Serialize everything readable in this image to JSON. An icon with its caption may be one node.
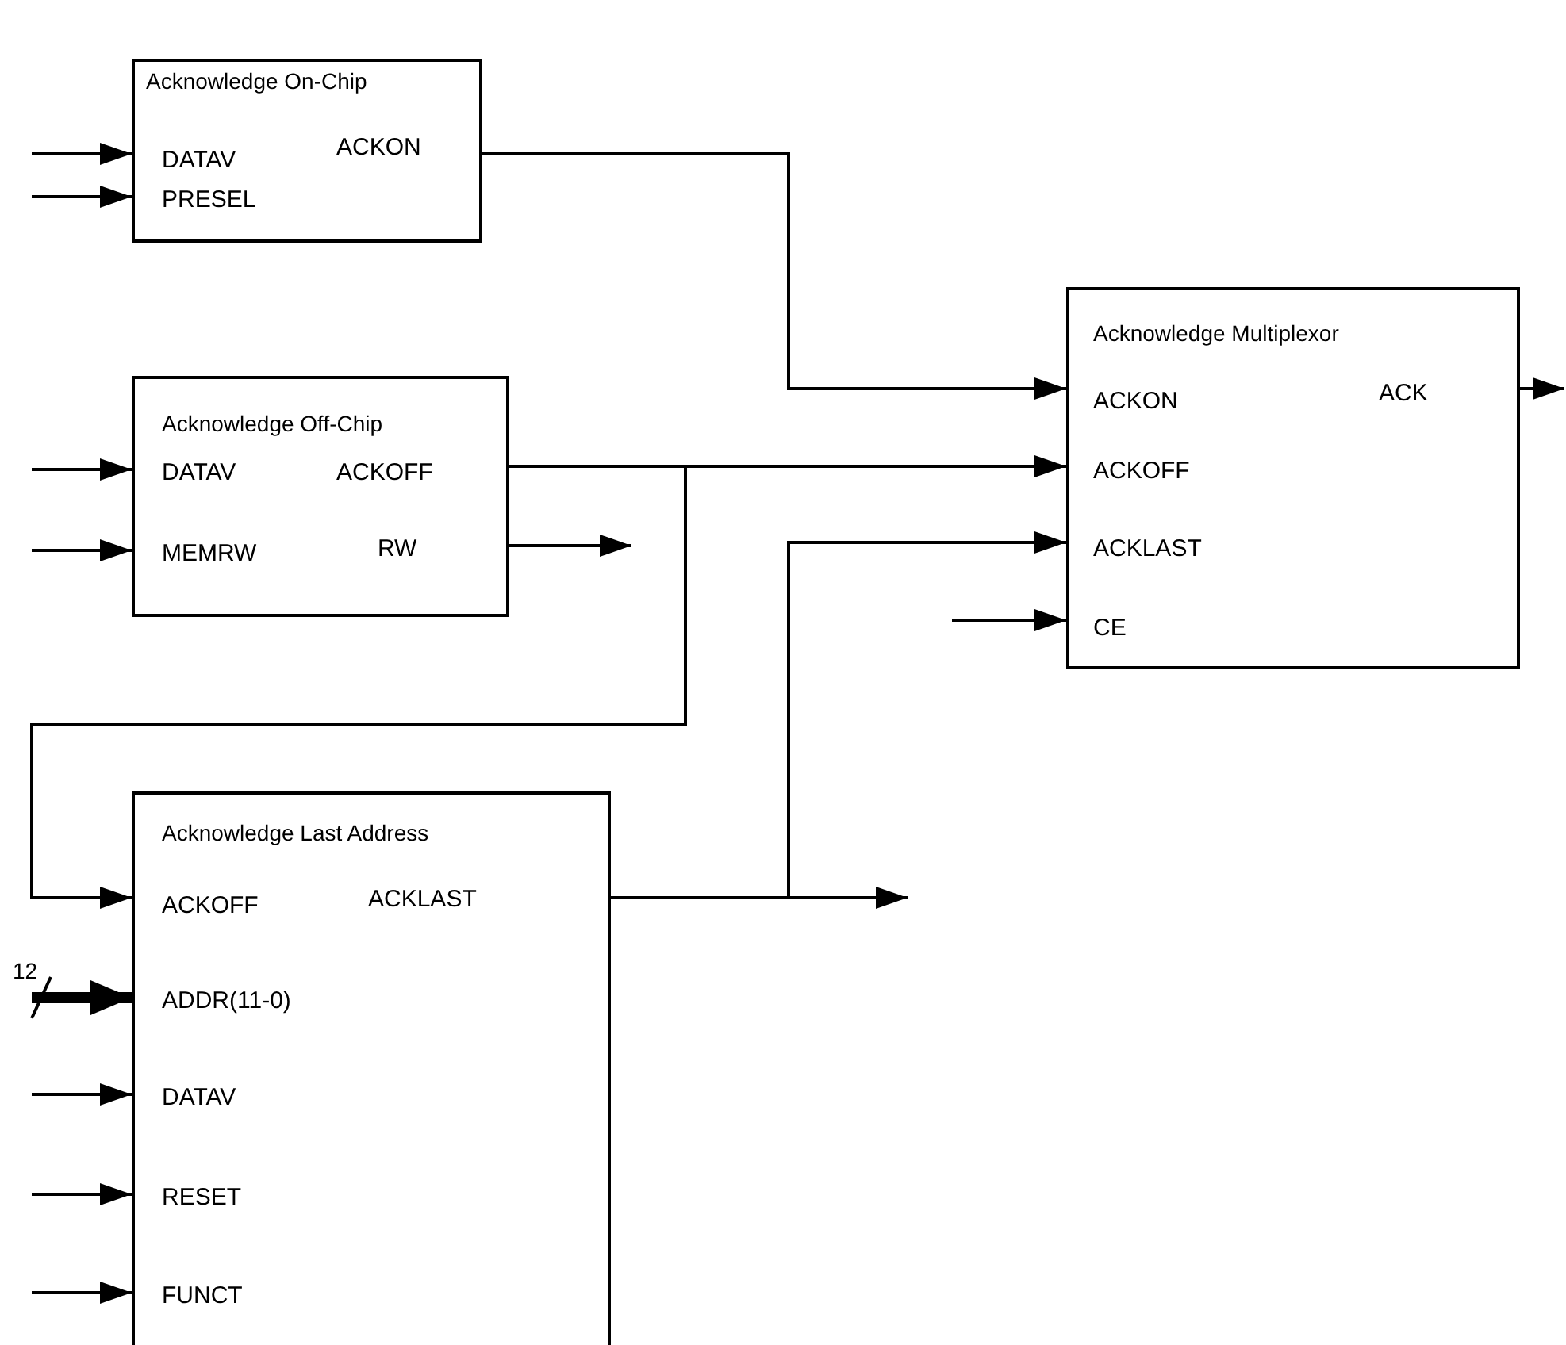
{
  "diagram": {
    "nodes": [
      {
        "text": [
          "Acknowledge On-Chip",
          "DATAV",
          "ACKON",
          "PRESEL"
        ]
      },
      {
        "text": [
          "Acknowledge Off-Chip",
          "DATAV",
          "ACKOFF",
          "MEMRW",
          "RW"
        ]
      },
      {
        "text": [
          "Acknowledge Multiplexor",
          "ACKON",
          "ACK",
          "ACKOFF",
          "ACKLAST",
          "CE"
        ]
      },
      {
        "text": [
          "Acknowledge Last Address",
          "ACKOFF",
          "ACKLAST",
          "ADDR(11-0)",
          "DATAV",
          "RESET",
          "FUNCT"
        ]
      }
    ],
    "edges": [
      {
        "from": 0,
        "to": 2,
        "arrow": "to"
      },
      {
        "from": 1,
        "to": 2,
        "arrow": "to"
      },
      {
        "from": 1,
        "to": 3,
        "arrow": "to"
      },
      {
        "from": 3,
        "to": 2,
        "arrow": "to"
      },
      {
        "from": 3,
        "to": null,
        "arrow": "to"
      },
      {
        "from": 1,
        "to": null,
        "arrow": "to"
      },
      {
        "from": null,
        "to": 0,
        "arrow": "to"
      },
      {
        "from": null,
        "to": 0,
        "arrow": "to"
      },
      {
        "from": null,
        "to": 1,
        "arrow": "to"
      },
      {
        "from": null,
        "to": 1,
        "arrow": "to"
      },
      {
        "from": null,
        "to": 2,
        "arrow": "to"
      },
      {
        "from": 2,
        "to": null,
        "arrow": "to"
      },
      {
        "from": null,
        "to": 3,
        "arrow": "to",
        "style": "thick"
      },
      {
        "from": null,
        "to": 3,
        "arrow": "to"
      },
      {
        "from": null,
        "to": 3,
        "arrow": "to"
      },
      {
        "from": null,
        "to": 3,
        "arrow": "to"
      }
    ],
    "labels": [
      "12"
    ]
  }
}
